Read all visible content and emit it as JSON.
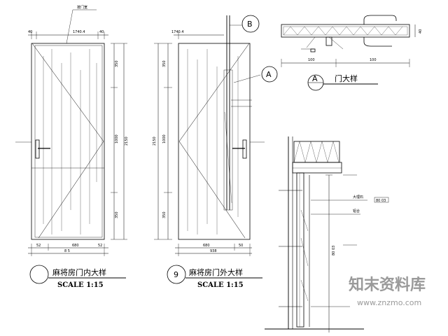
{
  "elevation_inner": {
    "caption": "麻将房门内大样",
    "scale": "SCALE  1:15",
    "top_label": "按门宽",
    "dims_top": [
      "40",
      "1740.4",
      "40"
    ],
    "dims_right": [
      "350",
      "1000",
      "350"
    ],
    "total_height": "2150",
    "dims_bottom_parts": [
      "52",
      "680",
      "52"
    ],
    "dims_bottom_total": "8 5"
  },
  "elevation_outer": {
    "caption": "麻将房门外大样",
    "scale": "SCALE  1:15",
    "number": "9",
    "top_label": "1740.4",
    "dims_left": [
      "350",
      "1000",
      "350"
    ],
    "total_height": "2150",
    "callout_b": "B",
    "callout_a": "A",
    "dims_bottom_parts": [
      "680",
      "50"
    ],
    "dims_bottom_total": "938"
  },
  "door_detail": {
    "callout": "A",
    "title": "门大样",
    "dims": [
      "100",
      "100"
    ],
    "side_dim": "40"
  },
  "section": {
    "labels": [
      "大理石",
      "80 03",
      "铝合"
    ]
  },
  "watermark": {
    "brand": "知末资料库",
    "url": "www.znzmo.com"
  }
}
